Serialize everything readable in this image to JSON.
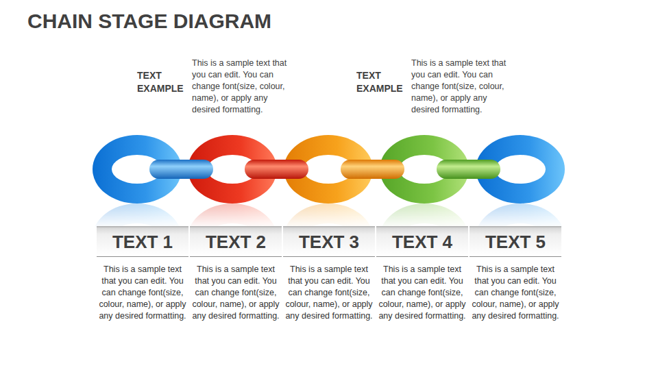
{
  "diagram": {
    "title": "CHAIN STAGE DIAGRAM",
    "nodes": [
      {
        "text": [
          "TEXT 1",
          "This is a sample text that you can edit. You can change font(size, colour, name), or apply any desired formatting."
        ]
      },
      {
        "text": [
          "TEXT 2",
          "This is a sample text that you can edit. You can change font(size, colour, name), or apply any desired formatting."
        ]
      },
      {
        "text": [
          "TEXT 3",
          "This is a sample text that you can edit. You can change font(size, colour, name), or apply any desired formatting."
        ]
      },
      {
        "text": [
          "TEXT 4",
          "This is a sample text that you can edit. You can change font(size, colour, name), or apply any desired formatting."
        ]
      },
      {
        "text": [
          "TEXT 5",
          "This is a sample text that you can edit. You can change font(size, colour, name), or apply any desired formatting."
        ]
      }
    ],
    "labels": [
      "TEXT EXAMPLE",
      "This is a sample text that you can edit. You can change font(size, colour, name), or apply any desired formatting.",
      "TEXT EXAMPLE",
      "This is a sample text that you can edit. You can change font(size, colour, name), or apply any desired formatting."
    ]
  }
}
